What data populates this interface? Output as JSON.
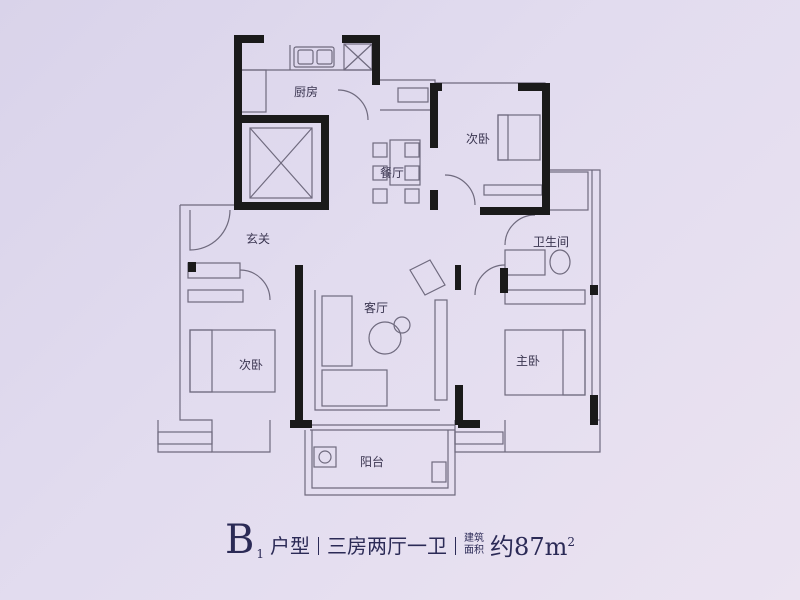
{
  "plan": {
    "rooms": {
      "kitchen": "厨房",
      "dining": "餐厅",
      "bedroom_north": "次卧",
      "foyer": "玄关",
      "bathroom": "卫生间",
      "living": "客厅",
      "bedroom_west": "次卧",
      "master_bedroom": "主卧",
      "balcony": "阳台"
    },
    "colors": {
      "wall": "#1a1a1a",
      "line": "#6f6a7e",
      "text": "#3a3550",
      "title": "#2b2a56"
    }
  },
  "footer": {
    "letter": "B",
    "sub": "1",
    "type_word": "户型",
    "layout": "三房两厅一卫",
    "area_label_1": "建筑",
    "area_label_2": "面积",
    "area_prefix": "约87m",
    "area_sup": "2"
  }
}
